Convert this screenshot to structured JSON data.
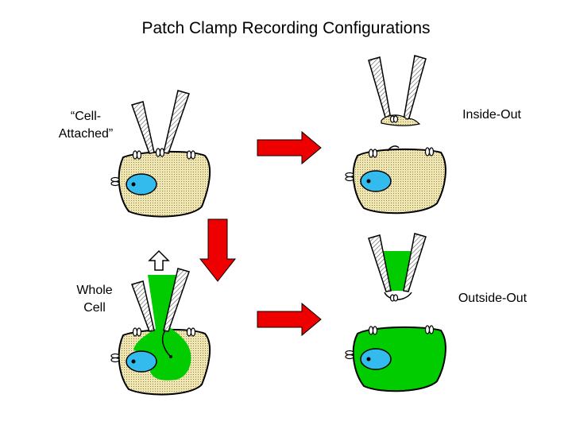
{
  "title": "Patch Clamp Recording Configurations",
  "labels": {
    "cell_attached": "“Cell-\nAttached”",
    "whole_cell": "Whole\nCell",
    "inside_out": "Inside-Out",
    "outside_out": "Outside-Out"
  },
  "colors": {
    "cell_fill": "#efe6b0",
    "cytoplasm_green": "#00cc00",
    "nucleus": "#33bbee",
    "arrow": "#ee0000",
    "outline": "#000000"
  }
}
